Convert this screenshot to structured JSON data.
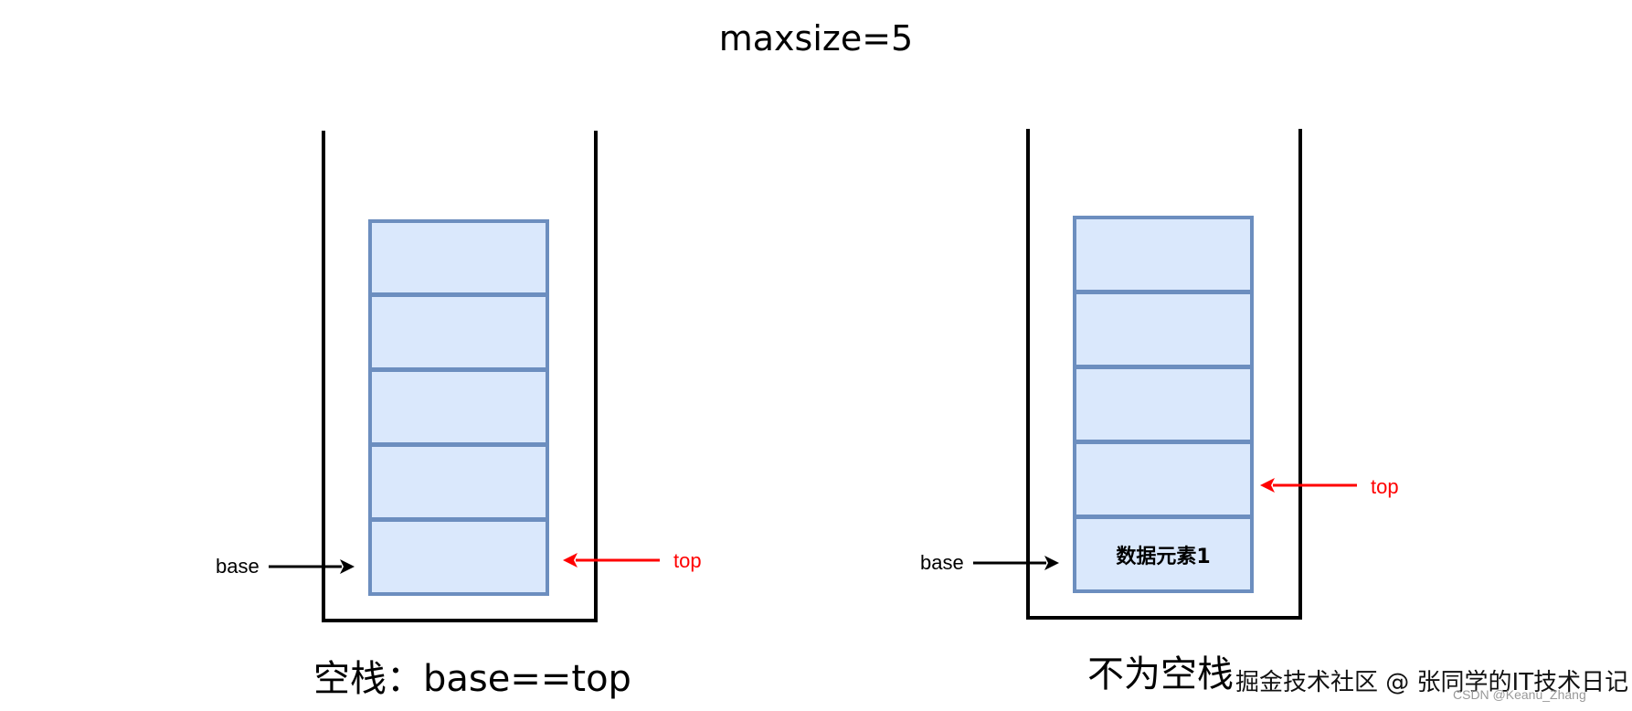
{
  "title": "maxsize=5",
  "stacks": [
    {
      "caption": "空栈：base==top",
      "base_label": "base",
      "top_label": "top",
      "cells": [
        "",
        "",
        "",
        "",
        ""
      ]
    },
    {
      "caption": "不为空栈",
      "base_label": "base",
      "top_label": "top",
      "cells": [
        "",
        "",
        "",
        "",
        "数据元素1"
      ]
    }
  ],
  "watermark": "掘金技术社区 @ 张同学的IT技术日记",
  "watermark_small": "CSDN @Keanu_Zhang",
  "colors": {
    "cell_fill": "#dae8fc",
    "cell_border": "#6c8ebf",
    "top_arrow": "#ff0000",
    "base_arrow": "#000000"
  }
}
